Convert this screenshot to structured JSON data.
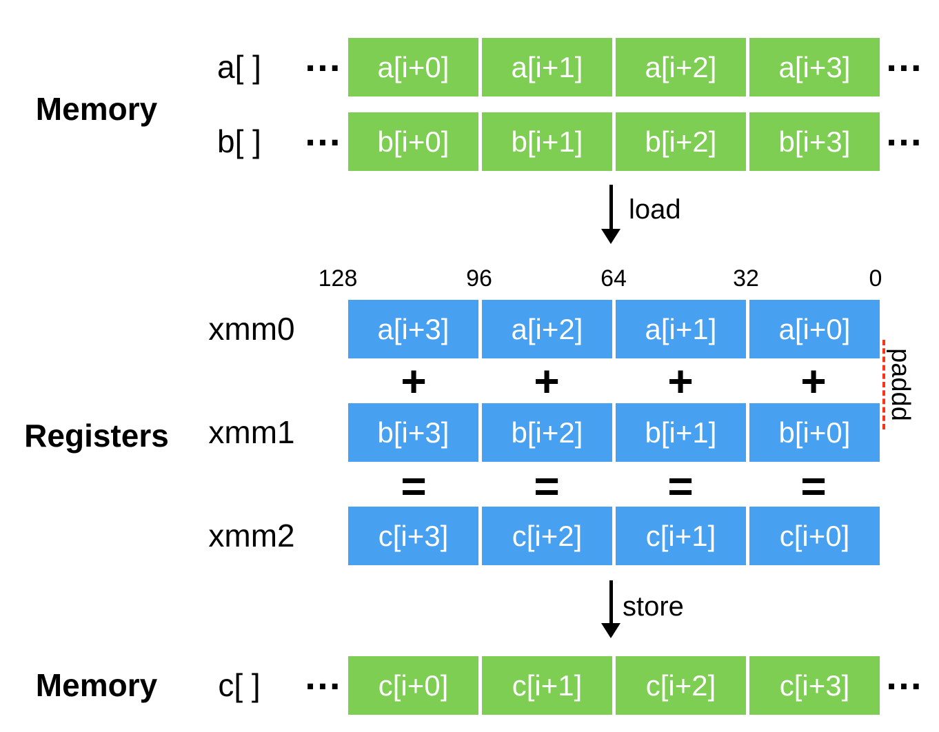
{
  "title_labels": {
    "memory_top": "Memory",
    "registers": "Registers",
    "memory_bottom": "Memory"
  },
  "memory_arrays": {
    "a": {
      "label": "a[ ]",
      "cells": [
        "a[i+0]",
        "a[i+1]",
        "a[i+2]",
        "a[i+3]"
      ]
    },
    "b": {
      "label": "b[ ]",
      "cells": [
        "b[i+0]",
        "b[i+1]",
        "b[i+2]",
        "b[i+3]"
      ]
    },
    "c": {
      "label": "c[ ]",
      "cells": [
        "c[i+0]",
        "c[i+1]",
        "c[i+2]",
        "c[i+3]"
      ]
    }
  },
  "register_rows": {
    "xmm0": {
      "label": "xmm0",
      "cells": [
        "a[i+3]",
        "a[i+2]",
        "a[i+1]",
        "a[i+0]"
      ]
    },
    "xmm1": {
      "label": "xmm1",
      "cells": [
        "b[i+3]",
        "b[i+2]",
        "b[i+1]",
        "b[i+0]"
      ]
    },
    "xmm2": {
      "label": "xmm2",
      "cells": [
        "c[i+3]",
        "c[i+2]",
        "c[i+1]",
        "c[i+0]"
      ]
    }
  },
  "bit_positions": [
    "128",
    "96",
    "64",
    "32",
    "0"
  ],
  "arrows": {
    "load": "load",
    "store": "store"
  },
  "operators": {
    "plus": "+",
    "equals": "="
  },
  "instruction": {
    "name": "paddd"
  },
  "ellipsis": "…",
  "colors": {
    "memory_cell": "#7DCE52",
    "register_cell": "#47A0F0",
    "cell_text": "#FFFFFF",
    "label_text": "#000000",
    "spellcheck": "#FB3418"
  }
}
